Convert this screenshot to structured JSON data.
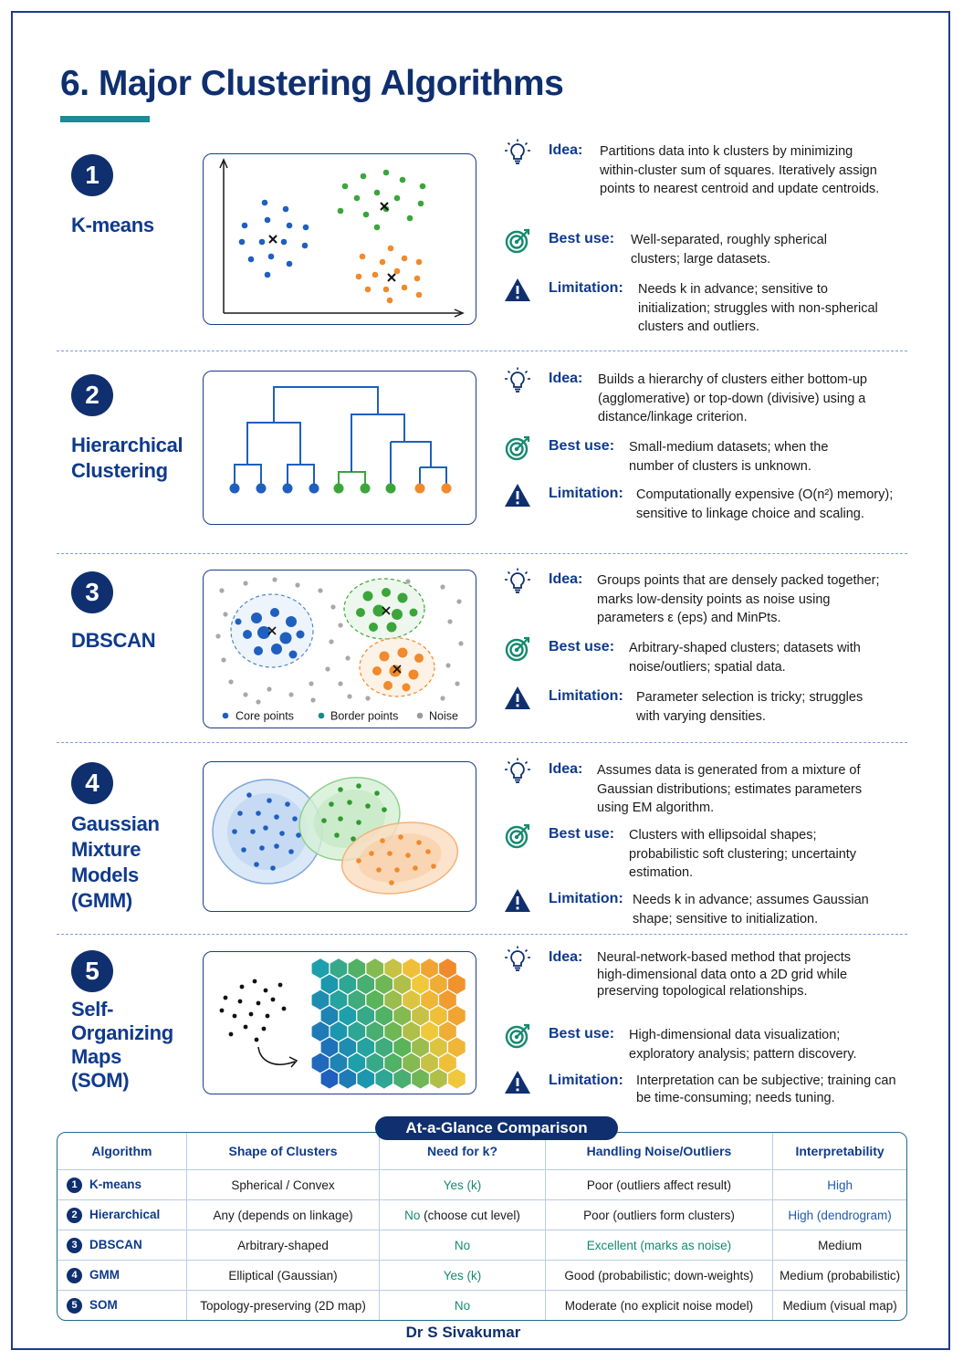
{
  "title": "6. Major Clustering Algorithms",
  "colors": {
    "navy": "#0f2f6e",
    "teal": "#1d8a95",
    "blue_points": "#1f5fbf",
    "green_points": "#3aa63a",
    "orange_points": "#f08a2c",
    "noise": "#9a9a9a"
  },
  "icons": {
    "idea": "lightbulb-icon",
    "best_use": "target-icon",
    "limitation": "warning-icon"
  },
  "labels": {
    "idea": "Idea:",
    "best_use": "Best use:",
    "limitation": "Limitation:"
  },
  "algorithms": [
    {
      "number": "1",
      "name": "K-means",
      "idea": "Partitions data into k clusters by minimizing within-cluster sum of squares. Iteratively assign points to nearest centroid and update centroids.",
      "best_use": "Well-separated, roughly spherical clusters; large datasets.",
      "limitation": "Needs k in advance; sensitive to initialization; struggles with non-spherical clusters and outliers."
    },
    {
      "number": "2",
      "name": "Hierarchical Clustering",
      "idea": "Builds a hierarchy of clusters either bottom-up (agglomerative) or top-down (divisive) using a distance/linkage criterion.",
      "best_use": "Small-medium datasets; when the number of clusters is unknown.",
      "limitation": "Computationally expensive (O(n²) memory); sensitive to linkage choice and scaling."
    },
    {
      "number": "3",
      "name": "DBSCAN",
      "idea": "Groups points that are densely packed together; marks low-density points as noise using parameters ε (eps) and MinPts.",
      "best_use": "Arbitrary-shaped clusters; datasets with noise/outliers; spatial data.",
      "limitation": "Parameter selection is tricky; struggles with varying densities.",
      "legend": [
        "Core points",
        "Border points",
        "Noise"
      ]
    },
    {
      "number": "4",
      "name": "Gaussian Mixture Models (GMM)",
      "idea": "Assumes data is generated from a mixture of Gaussian distributions; estimates parameters using EM algorithm.",
      "best_use": "Clusters with ellipsoidal shapes; probabilistic soft clustering; uncertainty estimation.",
      "limitation": "Needs k in advance; assumes Gaussian shape; sensitive to initialization."
    },
    {
      "number": "5",
      "name": "Self-Organizing Maps (SOM)",
      "idea": "Neural-network-based method that projects high-dimensional data onto a 2D grid while preserving topological relationships.",
      "best_use": "High-dimensional data visualization; exploratory analysis; pattern discovery.",
      "limitation": "Interpretation can be subjective; training can be time-consuming; needs tuning."
    }
  ],
  "comparison": {
    "title": "At-a-Glance Comparison",
    "headers": [
      "Algorithm",
      "Shape of Clusters",
      "Need for k?",
      "Handling Noise/Outliers",
      "Interpretability"
    ],
    "rows": [
      {
        "num": "1",
        "algorithm": "K-means",
        "shape": "Spherical / Convex",
        "need_k": "Yes (k)",
        "need_k_note": "",
        "noise": "Poor (outliers affect result)",
        "interpretability": "High"
      },
      {
        "num": "2",
        "algorithm": "Hierarchical",
        "shape": "Any (depends on linkage)",
        "need_k": "No",
        "need_k_note": " (choose cut level)",
        "noise": "Poor (outliers form clusters)",
        "interpretability": "High (dendrogram)"
      },
      {
        "num": "3",
        "algorithm": "DBSCAN",
        "shape": "Arbitrary-shaped",
        "need_k": "No",
        "need_k_note": "",
        "noise": "Excellent (marks as noise)",
        "interpretability": "Medium"
      },
      {
        "num": "4",
        "algorithm": "GMM",
        "shape": "Elliptical (Gaussian)",
        "need_k": "Yes (k)",
        "need_k_note": "",
        "noise": "Good (probabilistic; down-weights)",
        "interpretability": "Medium (probabilistic)"
      },
      {
        "num": "5",
        "algorithm": "SOM",
        "shape": "Topology-preserving (2D map)",
        "need_k": "No",
        "need_k_note": "",
        "noise": "Moderate (no explicit noise model)",
        "interpretability": "Medium (visual map)"
      }
    ]
  },
  "footer": "Dr S Sivakumar"
}
